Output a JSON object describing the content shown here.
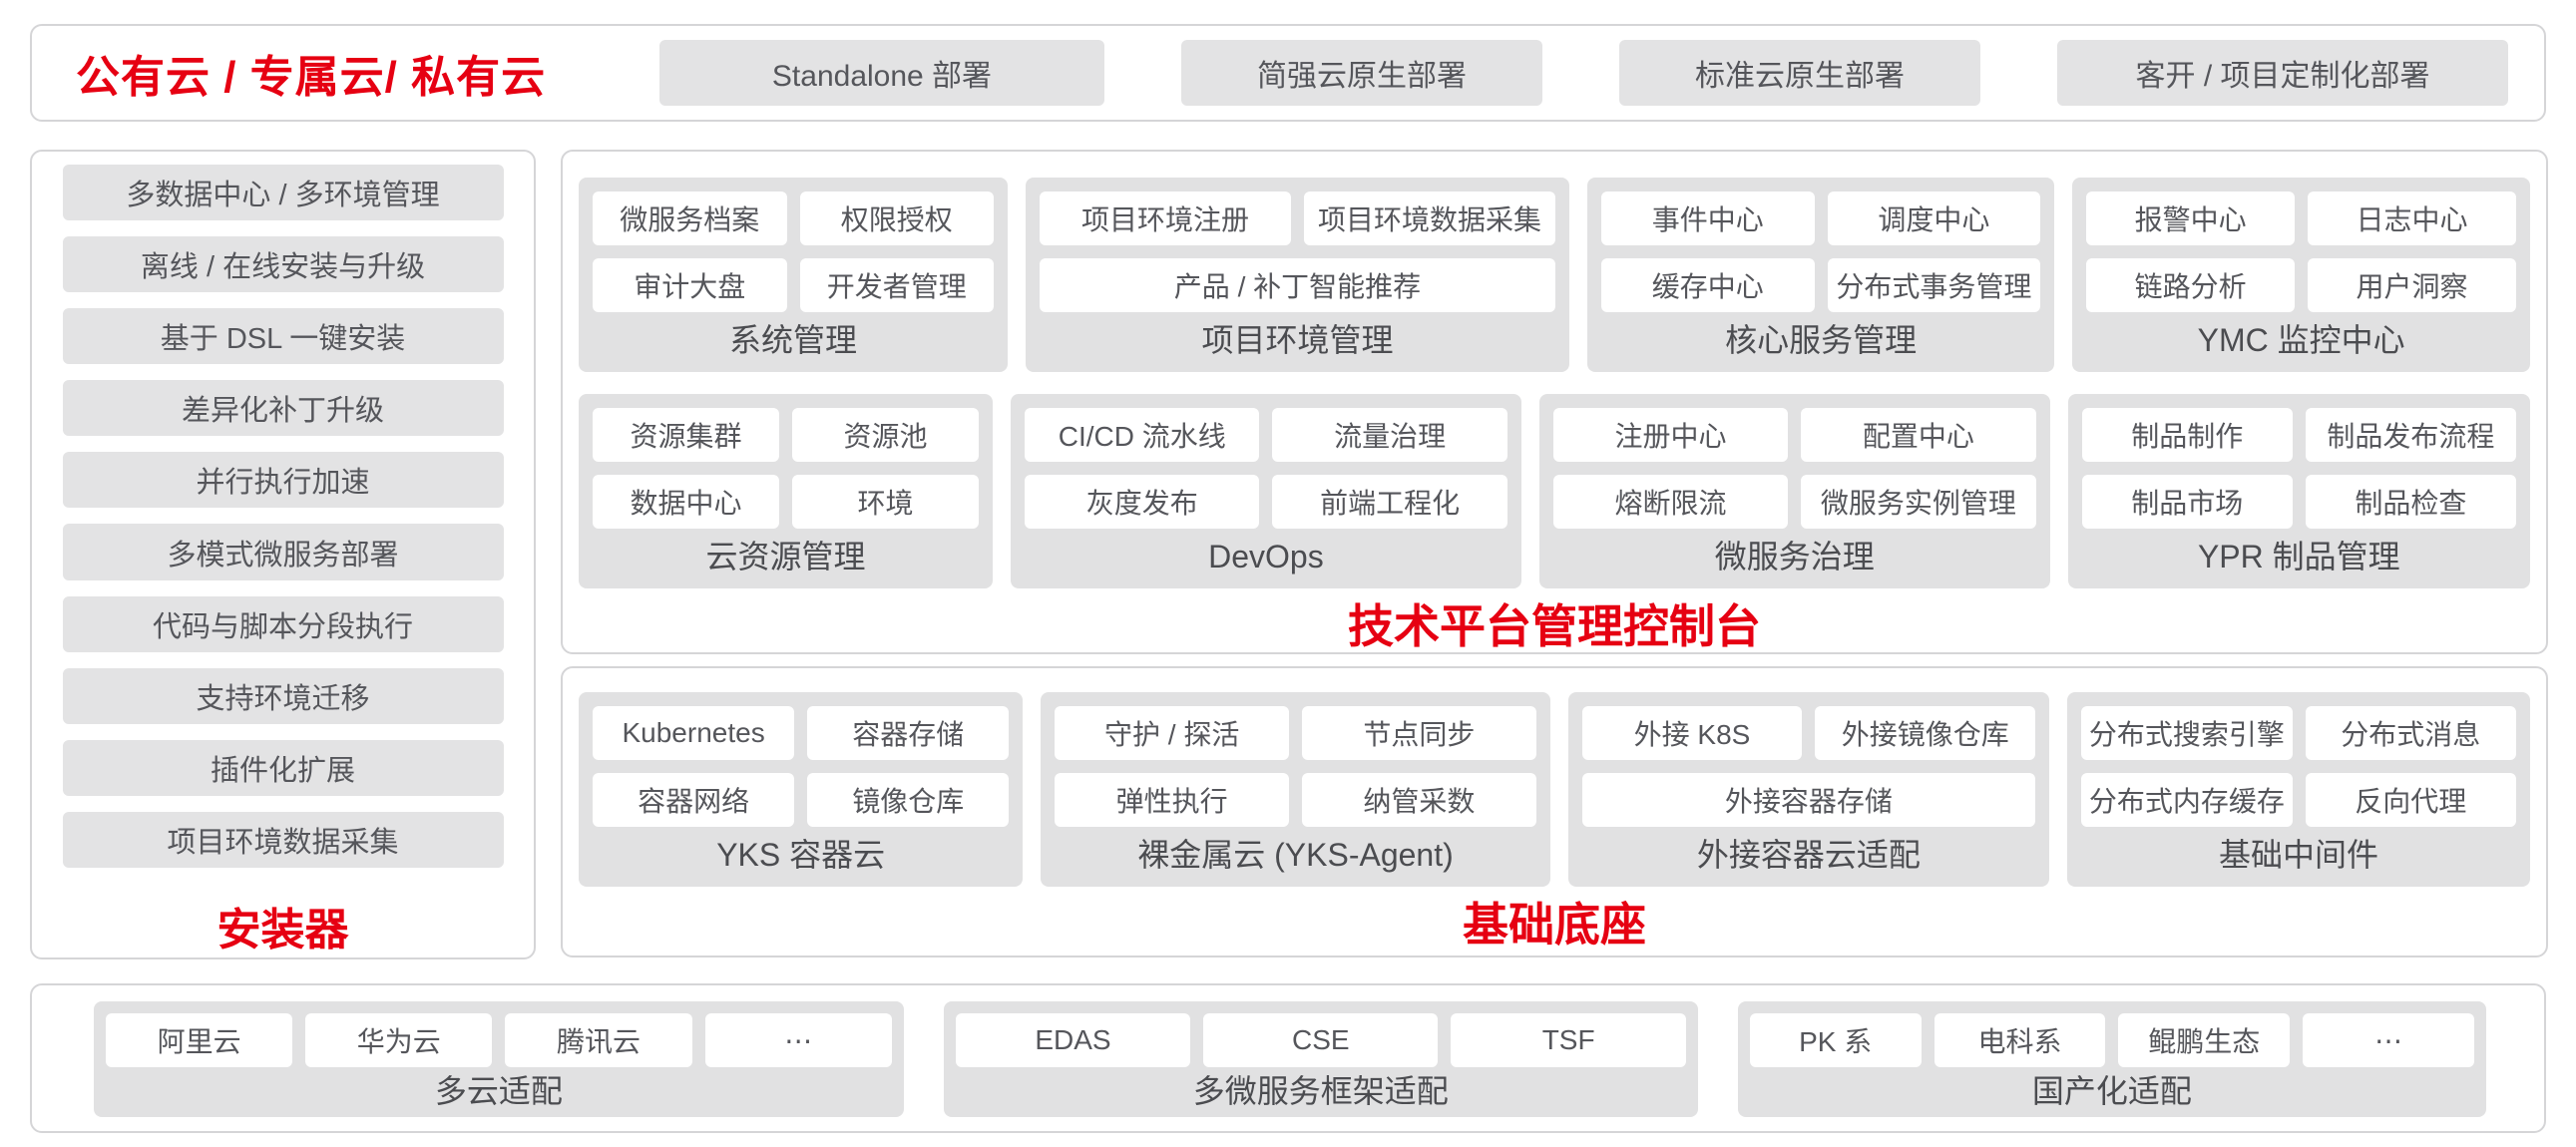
{
  "colors": {
    "accent_red": "#e60012",
    "group_bg": "#e1e1e2",
    "chip_bg_gray": "#e3e3e4",
    "chip_bg_white": "#ffffff",
    "chip_text": "#55565b",
    "panel_border": "#d5d5d7"
  },
  "top_bar": {
    "title": "公有云 / 专属云/ 私有云",
    "deploy_modes": [
      "Standalone 部署",
      "简强云原生部署",
      "标准云原生部署",
      "客开 / 项目定制化部署"
    ]
  },
  "installer": {
    "title": "安装器",
    "items": [
      "多数据中心 / 多环境管理",
      "离线 / 在线安装与升级",
      "基于 DSL 一键安装",
      "差异化补丁升级",
      "并行执行加速",
      "多模式微服务部署",
      "代码与脚本分段执行",
      "支持环境迁移",
      "插件化扩展",
      "项目环境数据采集"
    ]
  },
  "console": {
    "title": "技术平台管理控制台",
    "row1": [
      {
        "label": "系统管理",
        "rows": [
          [
            "微服务档案",
            "权限授权"
          ],
          [
            "审计大盘",
            "开发者管理"
          ]
        ]
      },
      {
        "label": "项目环境管理",
        "rows": [
          [
            "项目环境注册",
            "项目环境数据采集"
          ],
          [
            "产品 / 补丁智能推荐"
          ]
        ]
      },
      {
        "label": "核心服务管理",
        "rows": [
          [
            "事件中心",
            "调度中心"
          ],
          [
            "缓存中心",
            "分布式事务管理"
          ]
        ]
      },
      {
        "label": "YMC 监控中心",
        "rows": [
          [
            "报警中心",
            "日志中心"
          ],
          [
            "链路分析",
            "用户洞察"
          ]
        ]
      }
    ],
    "row2": [
      {
        "label": "云资源管理",
        "rows": [
          [
            "资源集群",
            "资源池"
          ],
          [
            "数据中心",
            "环境"
          ]
        ]
      },
      {
        "label": "DevOps",
        "rows": [
          [
            "CI/CD 流水线",
            "流量治理"
          ],
          [
            "灰度发布",
            "前端工程化"
          ]
        ]
      },
      {
        "label": "微服务治理",
        "rows": [
          [
            "注册中心",
            "配置中心"
          ],
          [
            "熔断限流",
            "微服务实例管理"
          ]
        ]
      },
      {
        "label": "YPR 制品管理",
        "rows": [
          [
            "制品制作",
            "制品发布流程"
          ],
          [
            "制品市场",
            "制品检查"
          ]
        ]
      }
    ]
  },
  "foundation": {
    "title": "基础底座",
    "groups": [
      {
        "label": "YKS 容器云",
        "rows": [
          [
            "Kubernetes",
            "容器存储"
          ],
          [
            "容器网络",
            "镜像仓库"
          ]
        ]
      },
      {
        "label": "裸金属云 (YKS-Agent)",
        "rows": [
          [
            "守护 / 探活",
            "节点同步"
          ],
          [
            "弹性执行",
            "纳管采数"
          ]
        ]
      },
      {
        "label": "外接容器云适配",
        "rows": [
          [
            "外接 K8S",
            "外接镜像仓库"
          ],
          [
            "外接容器存储"
          ]
        ]
      },
      {
        "label": "基础中间件",
        "rows": [
          [
            "分布式搜索引擎",
            "分布式消息"
          ],
          [
            "分布式内存缓存",
            "反向代理"
          ]
        ]
      }
    ]
  },
  "adapters": {
    "groups": [
      {
        "label": "多云适配",
        "items": [
          "阿里云",
          "华为云",
          "腾讯云",
          "⋯"
        ]
      },
      {
        "label": "多微服务框架适配",
        "items": [
          "EDAS",
          "CSE",
          "TSF"
        ]
      },
      {
        "label": "国产化适配",
        "items": [
          "PK 系",
          "电科系",
          "鲲鹏生态",
          "⋯"
        ]
      }
    ]
  }
}
